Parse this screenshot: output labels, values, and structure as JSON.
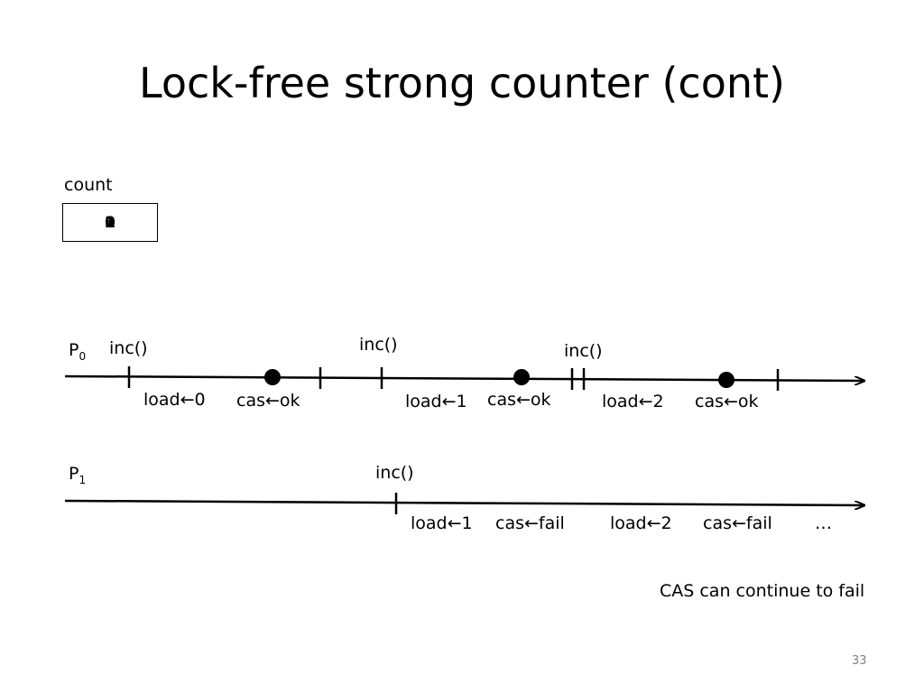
{
  "slide": {
    "title": "Lock-free strong counter (cont)",
    "page_number": "33",
    "note": "CAS can continue to fail"
  },
  "count": {
    "label": "count",
    "values": [
      "0",
      "1",
      "2",
      "3"
    ]
  },
  "p0": {
    "name": "P",
    "subscript": "0",
    "inc_labels": [
      "inc()",
      "inc()",
      "inc()"
    ],
    "op_labels": [
      "load←0",
      "cas←ok",
      "load←1",
      "cas←ok",
      "load←2",
      "cas←ok"
    ]
  },
  "p1": {
    "name": "P",
    "subscript": "1",
    "inc_label": "inc()",
    "op_labels": [
      "load←1",
      "cas←fail",
      "load←2",
      "cas←fail",
      "…"
    ]
  },
  "colors": {
    "ink": "#000000",
    "page_number": "#7f7f7f"
  }
}
